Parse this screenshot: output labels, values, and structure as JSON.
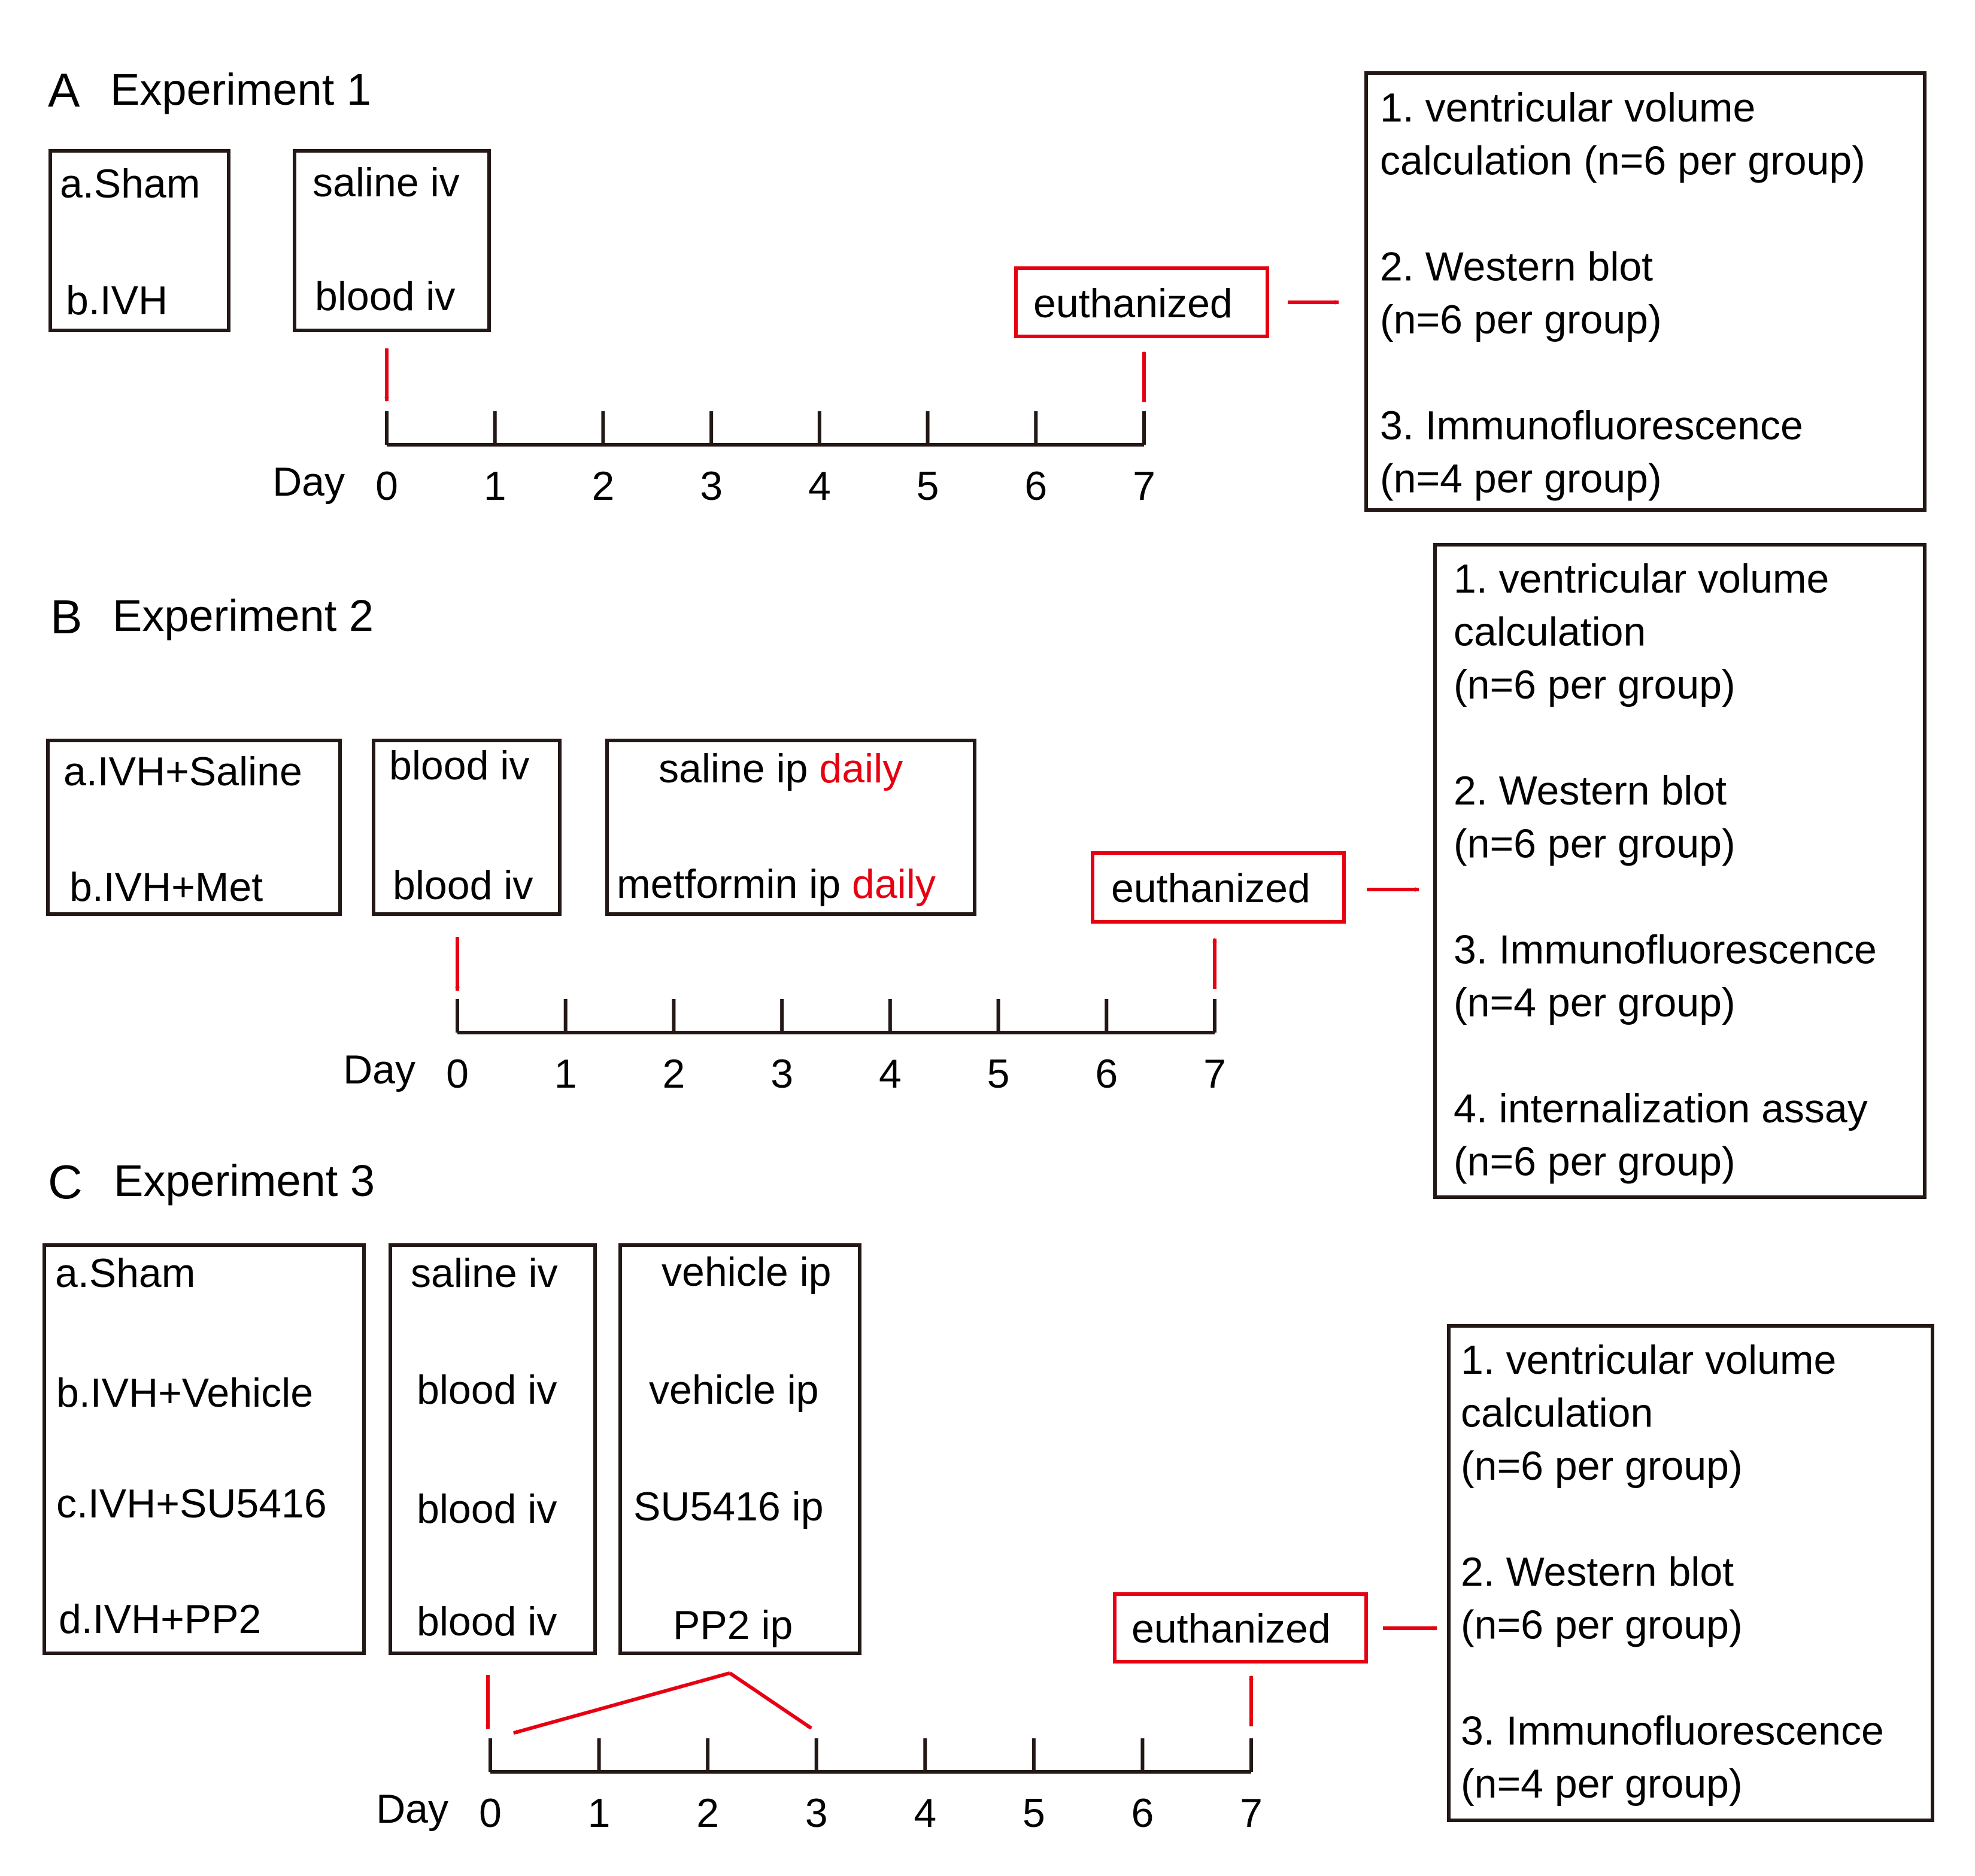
{
  "colors": {
    "accent": "#e60012",
    "ink": "#231815"
  },
  "panel_a": {
    "letter": "A",
    "title": "Experiment 1",
    "groups": [
      "a.Sham",
      "b.IVH"
    ],
    "injection": [
      "saline iv",
      "blood iv"
    ],
    "endpoint": "euthanized",
    "day_label": "Day",
    "days": [
      "0",
      "1",
      "2",
      "3",
      "4",
      "5",
      "6",
      "7"
    ],
    "outcomes": [
      "1. ventricular volume",
      "calculation (n=6 per group)",
      "",
      "2. Western blot",
      "(n=6 per group)",
      "",
      "3. Immunofluorescence",
      "(n=4 per group)"
    ]
  },
  "panel_b": {
    "letter": "B",
    "title": "Experiment 2",
    "groups": [
      "a.IVH+Saline",
      "b.IVH+Met"
    ],
    "injection": [
      "blood iv",
      "blood iv"
    ],
    "treatment": [
      {
        "text": "saline ip",
        "flag": "daily"
      },
      {
        "text": "metformin ip",
        "flag": "daily"
      }
    ],
    "endpoint": "euthanized",
    "day_label": "Day",
    "days": [
      "0",
      "1",
      "2",
      "3",
      "4",
      "5",
      "6",
      "7"
    ],
    "outcomes": [
      "1. ventricular volume",
      "calculation",
      "(n=6 per group)",
      "",
      "2. Western blot",
      "(n=6 per group)",
      "",
      "3. Immunofluorescence",
      "(n=4 per group)",
      "",
      "4. internalization assay",
      "(n=6 per group)"
    ]
  },
  "panel_c": {
    "letter": "C",
    "title": "Experiment 3",
    "groups": [
      "a.Sham",
      "b.IVH+Vehicle",
      "c.IVH+SU5416",
      "d.IVH+PP2"
    ],
    "injection": [
      "saline iv",
      "blood iv",
      "blood iv",
      "blood iv"
    ],
    "treatment": [
      "vehicle ip",
      "vehicle ip",
      "SU5416 ip",
      "PP2 ip"
    ],
    "endpoint": "euthanized",
    "day_label": "Day",
    "days": [
      "0",
      "1",
      "2",
      "3",
      "4",
      "5",
      "6",
      "7"
    ],
    "outcomes": [
      "1. ventricular volume",
      "calculation",
      "(n=6 per group)",
      "",
      "2. Western blot",
      "(n=6 per group)",
      "",
      "3. Immunofluorescence",
      "(n=4 per group)"
    ]
  }
}
